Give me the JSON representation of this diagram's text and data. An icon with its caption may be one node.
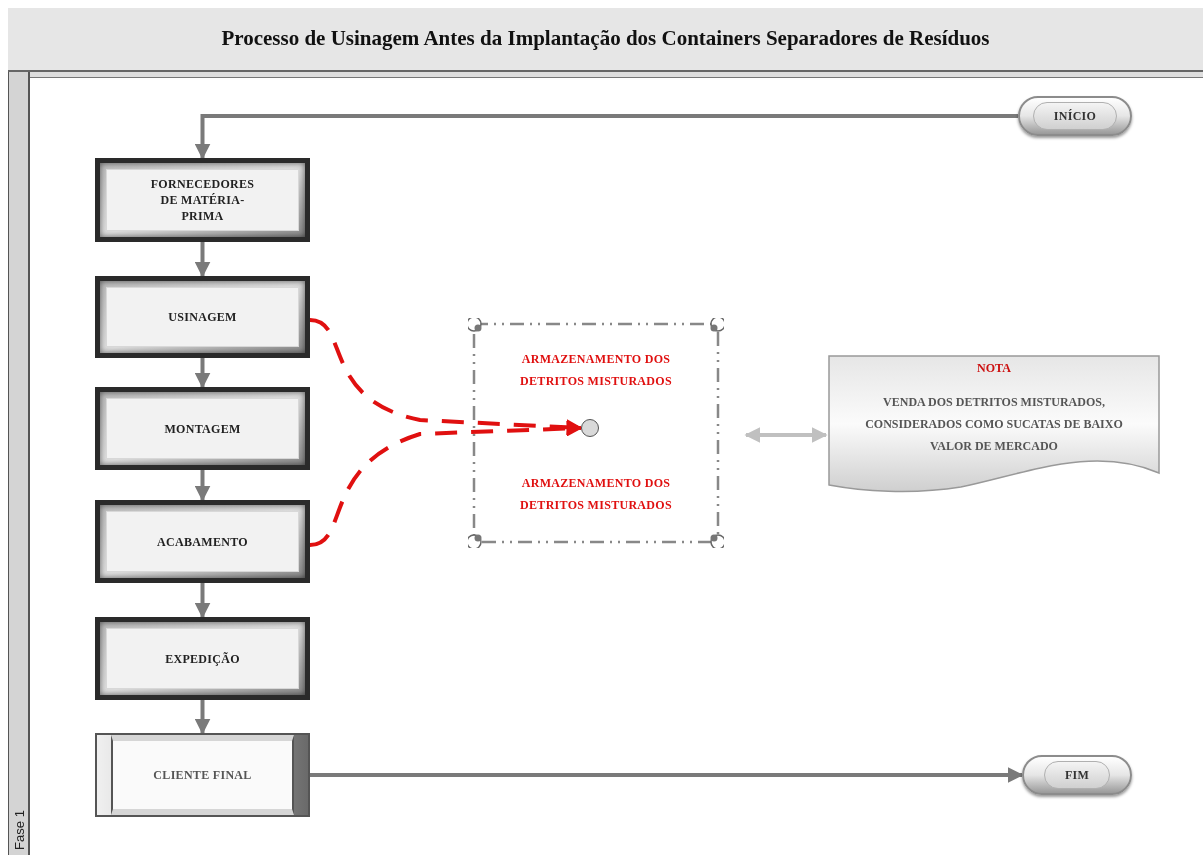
{
  "diagram": {
    "title": "Processo de Usinagem Antes da Implantação dos Containers Separadores de Resíduos",
    "nodes": [
      {
        "text": [
          "INÍCIO"
        ]
      },
      {
        "text": [
          "FORNECEDORES DE MATÉRIA-PRIMA"
        ]
      },
      {
        "text": [
          "USINAGEM"
        ]
      },
      {
        "text": [
          "MONTAGEM"
        ]
      },
      {
        "text": [
          "ACABAMENTO"
        ]
      },
      {
        "text": [
          "EXPEDIÇÃO"
        ]
      },
      {
        "text": [
          "CLIENTE FINAL"
        ]
      },
      {
        "text": [
          "FIM"
        ]
      },
      {
        "text": [
          "ARMAZENAMENTO DOS DETRITOS MISTURADOS",
          "ARMAZENAMENTO DOS DETRITOS MISTURADOS"
        ]
      },
      {
        "text": [],
        "shape": "circle",
        "in": 8
      },
      {
        "text": [
          "NOTA",
          "VENDA DOS DETRITOS MISTURADOS, CONSIDERADOS COMO SUCATAS DE BAIXO VALOR DE MERCADO"
        ]
      }
    ],
    "edges": [
      {
        "from": 0,
        "to": 1,
        "arrow": "to"
      },
      {
        "from": 1,
        "to": 2,
        "arrow": "to"
      },
      {
        "from": 2,
        "to": 3,
        "arrow": "to"
      },
      {
        "from": 3,
        "to": 4,
        "arrow": "to"
      },
      {
        "from": 4,
        "to": 5,
        "arrow": "to"
      },
      {
        "from": 5,
        "to": 6,
        "arrow": "to"
      },
      {
        "from": 6,
        "to": 7,
        "arrow": "to"
      },
      {
        "from": 2,
        "to": 9,
        "arrow": "to",
        "style": "dashed",
        "color": "#e01010"
      },
      {
        "from": 4,
        "to": 9,
        "arrow": "to",
        "style": "dashed",
        "color": "#e01010"
      },
      {
        "from": 8,
        "to": 10,
        "arrow": "both",
        "color": "#c0c0c0"
      }
    ],
    "labels": [
      "Fase 1"
    ]
  }
}
